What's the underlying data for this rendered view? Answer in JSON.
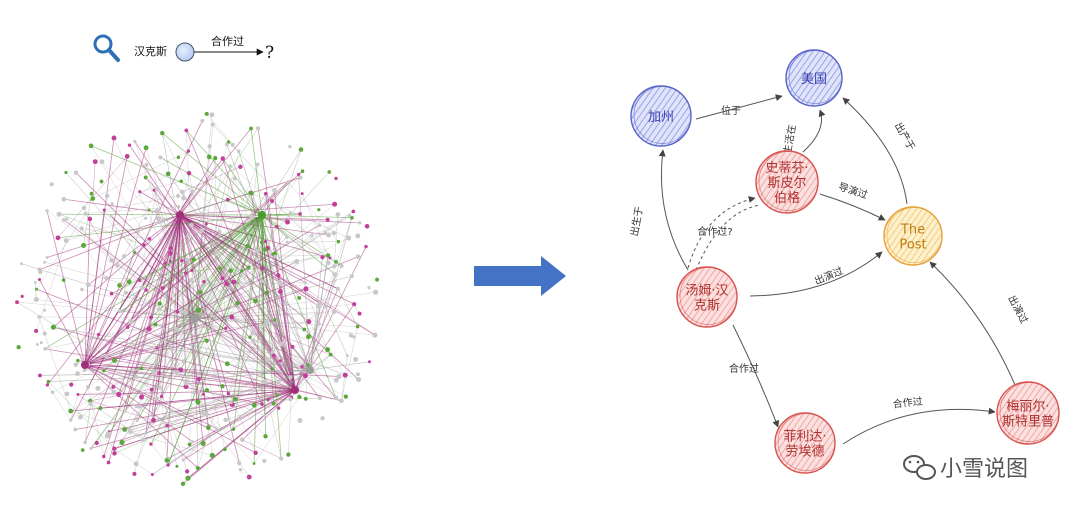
{
  "query": {
    "subject": "汉克斯",
    "relation": "合作过",
    "target": "?"
  },
  "colors": {
    "place_fill": "#c9d1f4",
    "place_stroke": "#5a64c8",
    "place_text": "#3a3fb0",
    "person_fill": "#f6c9c9",
    "person_stroke": "#d9534f",
    "person_text": "#b0302d",
    "movie_fill": "#fbe3a6",
    "movie_stroke": "#e6a23c",
    "movie_text": "#c07c12",
    "arrow": "#4472c4",
    "network_purple": "#a0307a",
    "network_green": "#4a9a2e",
    "network_gray": "#9b9b9b"
  },
  "graph": {
    "nodes": [
      {
        "id": "jiazhou",
        "label": "加州",
        "type": "place"
      },
      {
        "id": "meiguo",
        "label": "美国",
        "type": "place"
      },
      {
        "id": "spielberg",
        "label": "史蒂芬·斯皮尔伯格",
        "type": "person"
      },
      {
        "id": "thepost",
        "label": "The Post",
        "type": "movie"
      },
      {
        "id": "hanks",
        "label": "汤姆·汉克斯",
        "type": "person"
      },
      {
        "id": "laode",
        "label": "菲利达·劳埃德",
        "type": "person"
      },
      {
        "id": "streep",
        "label": "梅丽尔·斯特里普",
        "type": "person"
      }
    ],
    "edges": [
      {
        "from": "jiazhou",
        "to": "meiguo",
        "label": "位于"
      },
      {
        "from": "spielberg",
        "to": "meiguo",
        "label": "生活在"
      },
      {
        "from": "thepost",
        "to": "meiguo",
        "label": "出产于"
      },
      {
        "from": "spielberg",
        "to": "thepost",
        "label": "导演过"
      },
      {
        "from": "hanks",
        "to": "jiazhou",
        "label": "出生于"
      },
      {
        "from": "hanks",
        "to": "spielberg",
        "label": "合作过?",
        "dashed": true
      },
      {
        "from": "hanks",
        "to": "thepost",
        "label": "出演过"
      },
      {
        "from": "streep",
        "to": "thepost",
        "label": "出演过"
      },
      {
        "from": "hanks",
        "to": "laode",
        "label": "合作过"
      },
      {
        "from": "laode",
        "to": "streep",
        "label": "合作过"
      }
    ]
  },
  "watermark": "小雪说图"
}
